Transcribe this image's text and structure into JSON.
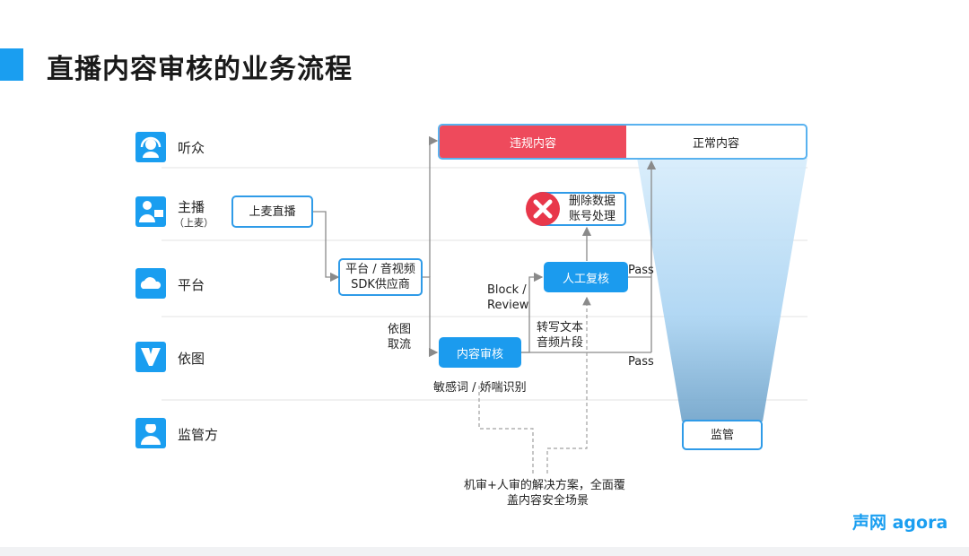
{
  "title": "直播内容审核的业务流程",
  "lanes": [
    {
      "label": "听众",
      "icon": "listener-headset-icon"
    },
    {
      "label": "主播",
      "sub": "（上麦）",
      "icon": "streamer-presenter-icon"
    },
    {
      "label": "平台",
      "icon": "platform-cloud-icon"
    },
    {
      "label": "依图",
      "icon": "yitu-logo-icon"
    },
    {
      "label": "监管方",
      "icon": "regulator-person-icon"
    }
  ],
  "nodes": {
    "go_live": "上麦直播",
    "sdk_line1": "平台 / 音视频",
    "sdk_line2": "SDK供应商",
    "content_review": "内容审核",
    "manual_review": "人工复核",
    "delete_line1": "删除数据",
    "delete_line2": "账号处理",
    "regulator": "监管"
  },
  "funnel": {
    "violation": "违规内容",
    "normal": "正常内容"
  },
  "annotations": {
    "yitu_pull_1": "依图",
    "yitu_pull_2": "取流",
    "block_review_1": "Block /",
    "block_review_2": "Review",
    "transcribe_1": "转写文本",
    "transcribe_2": "音频片段",
    "pass_upper": "Pass",
    "pass_lower": "Pass",
    "sensitive": "敏感词 / 娇喘识别",
    "solution_1": "机审+人审的解决方案，全面覆",
    "solution_2": "盖内容安全场景"
  },
  "brand": "声网 agora",
  "colors": {
    "accent": "#1a9ef0",
    "violation": "#ee4a5c",
    "node": "#1b9bee"
  }
}
